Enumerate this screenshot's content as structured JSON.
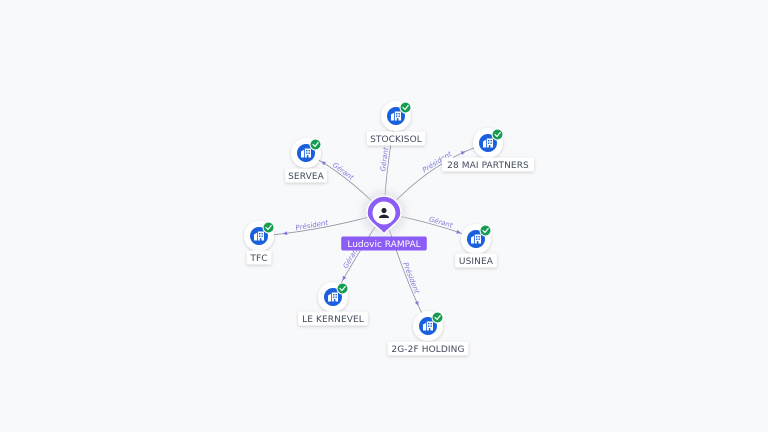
{
  "colors": {
    "background": "#f8f9fb",
    "edge": "#8b93a1",
    "edge_label": "#7e7ad8",
    "company_icon": "#1a5fdc",
    "check_badge": "#179c52",
    "center_pin": "#8b5cf6",
    "center_label_bg": "#8b5cf6"
  },
  "center": {
    "name": "Ludovic RAMPAL",
    "icon": "person-icon"
  },
  "nodes": [
    {
      "id": "stockisol",
      "label": "STOCKISOL",
      "relation": "Gérant",
      "icon": "building-icon",
      "badge": "check-icon"
    },
    {
      "id": "28-mai-partners",
      "label": "28 MAI PARTNERS",
      "relation": "Président",
      "icon": "building-icon",
      "badge": "check-icon"
    },
    {
      "id": "usinea",
      "label": "USINEA",
      "relation": "Gérant",
      "icon": "building-icon",
      "badge": "check-icon"
    },
    {
      "id": "2g-2f-holding",
      "label": "2G-2F HOLDING",
      "relation": "Président",
      "icon": "building-icon",
      "badge": "check-icon"
    },
    {
      "id": "le-kernevel",
      "label": "LE KERNEVEL",
      "relation": "Gérant",
      "icon": "building-icon",
      "badge": "check-icon"
    },
    {
      "id": "tfc",
      "label": "TFC",
      "relation": "Président",
      "icon": "building-icon",
      "badge": "check-icon"
    },
    {
      "id": "servea",
      "label": "SERVEA",
      "relation": "Gérant",
      "icon": "building-icon",
      "badge": "check-icon"
    }
  ]
}
